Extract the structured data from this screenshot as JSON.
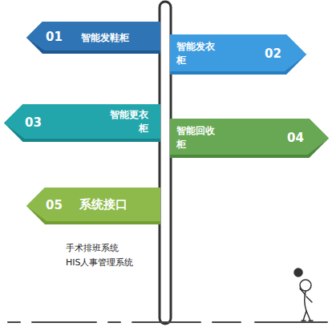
{
  "diagram": {
    "nodes": [
      {
        "text": [
          "01",
          "智能发鞋柜"
        ]
      },
      {
        "text": [
          "智能发衣 柜",
          "02"
        ]
      },
      {
        "text": [
          "03",
          "智能更衣 柜"
        ]
      },
      {
        "text": [
          "智能回收 柜",
          "04"
        ]
      },
      {
        "text": [
          "05",
          "系统接口"
        ]
      }
    ],
    "labels": [
      "手术排班系统",
      "HIS人事管理系统"
    ]
  }
}
